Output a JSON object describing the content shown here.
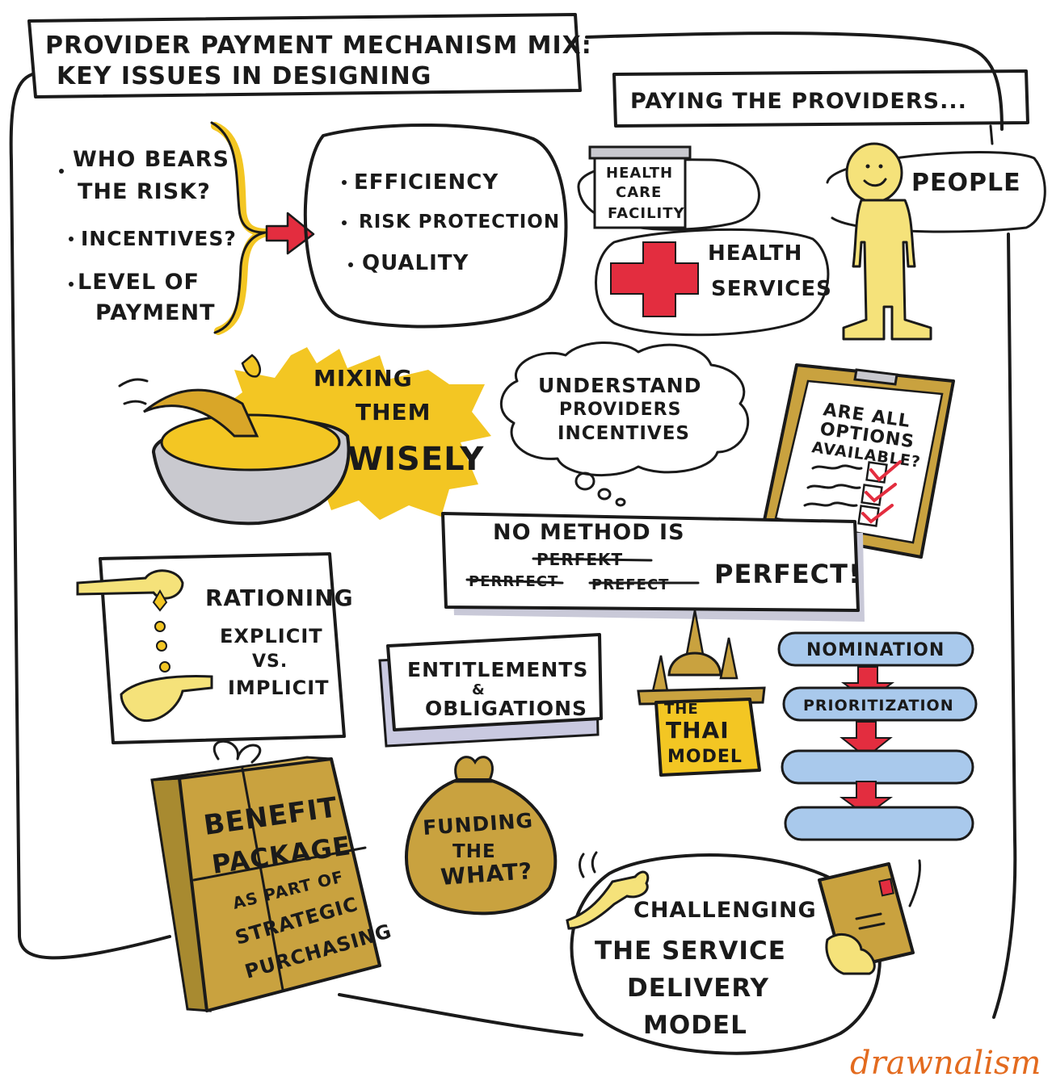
{
  "title": {
    "line1": "PROVIDER PAYMENT MECHANISM MIX:",
    "line2": "KEY ISSUES IN DESIGNING"
  },
  "paying": "PAYING THE PROVIDERS...",
  "issues": {
    "item1_line1": "WHO BEARS",
    "item1_line2": "THE RISK?",
    "item2": "INCENTIVES?",
    "item3_line1": "LEVEL OF",
    "item3_line2": "PAYMENT"
  },
  "goals": [
    "EFFICIENCY",
    "RISK PROTECTION",
    "QUALITY"
  ],
  "facility": {
    "line1": "HEALTH",
    "line2": "CARE",
    "line3": "FACILITY"
  },
  "services": {
    "line1": "HEALTH",
    "line2": "SERVICES"
  },
  "people": "PEOPLE",
  "mixing": {
    "line1": "MIXING",
    "line2": "THEM",
    "line3": "WISELY"
  },
  "understand": {
    "line1": "UNDERSTAND",
    "line2": "PROVIDERS",
    "line3": "INCENTIVES"
  },
  "clipboard": {
    "line1": "ARE ALL",
    "line2": "OPTIONS",
    "line3": "AVAILABLE?"
  },
  "nomethod": {
    "line1": "NO METHOD IS",
    "strike1": "PERRFECT",
    "strike2": "PERFEKT",
    "strike3": "PREFECT",
    "final": "PERFECT!"
  },
  "rationing": {
    "title": "RATIONING",
    "line1": "EXPLICIT",
    "line2": "VS.",
    "line3": "IMPLICIT"
  },
  "entitlements": {
    "line1": "ENTITLEMENTS",
    "line2": "&",
    "line3": "OBLIGATIONS"
  },
  "thai": {
    "line1": "THE",
    "line2": "THAI",
    "line3": "MODEL"
  },
  "steps": [
    "NOMINATION",
    "PRIORITIZATION"
  ],
  "benefit": {
    "line1": "BENEFIT",
    "line2": "PACKAGE",
    "line3": "AS PART OF",
    "line4": "STRATEGIC",
    "line5": "PURCHASING"
  },
  "funding": {
    "line1": "FUNDING",
    "line2": "THE",
    "line3": "WHAT?"
  },
  "challenging": {
    "line1": "CHALLENGING",
    "line2": "THE SERVICE",
    "line3": "DELIVERY",
    "line4": "MODEL"
  },
  "brand": "drawnalism",
  "colors": {
    "ink": "#1a1a1a",
    "yellow": "#f3c623",
    "gold": "#c9a23f",
    "red": "#e32d3f",
    "blue": "#a9c9ec",
    "skin": "#f5e27a",
    "grey": "#c9c9cf"
  }
}
